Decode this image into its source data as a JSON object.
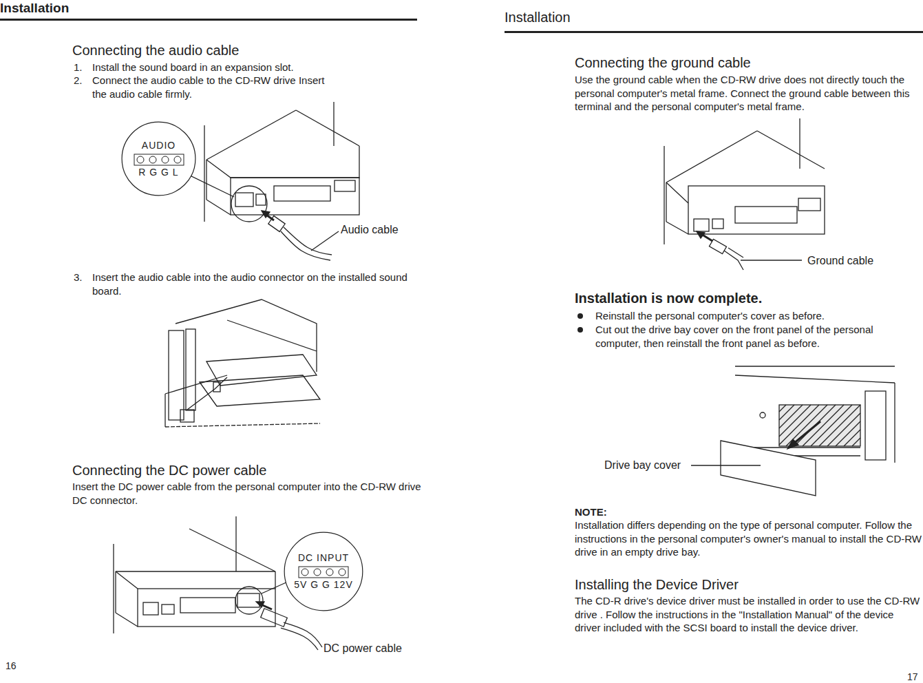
{
  "diagram": {
    "nodes": [
      {
        "text": [
          "AUDIO",
          "R G G L"
        ]
      },
      {
        "text": [
          "DC INPUT",
          "5V G G 12V"
        ]
      }
    ],
    "labels": [
      "Installation",
      "Connecting the audio cable",
      "1.",
      "Install the sound board in an expansion slot.",
      "2.",
      "Connect the audio cable to the CD-RW drive Insert the audio cable firmly.",
      "Audio cable",
      "3.",
      "Insert the audio cable into the audio connector on the installed sound board.",
      "Connecting the DC power cable",
      "Insert the DC power cable from the personal computer into the CD-RW drive DC connector.",
      "DC power cable",
      "16",
      "Installation",
      "Connecting the ground cable",
      "Use the ground cable when the CD-RW drive does not directly touch the personal computer's metal frame. Connect the ground cable between this terminal and the personal computer's metal frame.",
      "Ground cable",
      "Installation is now complete.",
      "Reinstall the personal computer's cover as before.",
      "Cut out the drive bay cover on the front panel of the personal computer, then reinstall the front panel as before.",
      "Drive bay cover",
      "NOTE:",
      "Installation differs depending on the type of personal computer. Follow the instructions in the personal computer's owner's manual to install the CD-RW drive in an empty drive bay.",
      "Installing the Device Driver",
      "The CD-R drive's device driver must be installed in order to use the CD-RW drive . Follow the instructions in the \"Installation Manual\" of the device driver included with the SCSI board to install the device driver.",
      "17"
    ]
  }
}
